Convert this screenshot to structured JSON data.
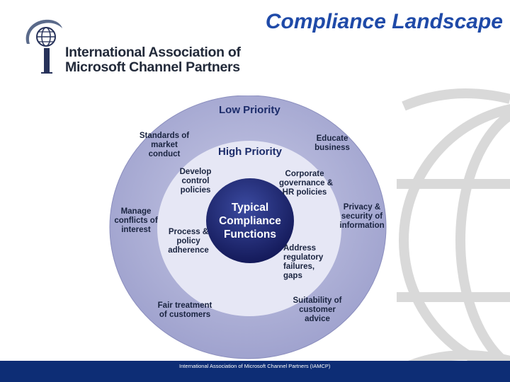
{
  "title": "Compliance Landscape",
  "logo": {
    "line1": "International Association of",
    "line2": "Microsoft Channel Partners"
  },
  "diagram": {
    "outer_ring_title": "Low Priority",
    "inner_ring_title": "High Priority",
    "center_lines": [
      "Typical",
      "Compliance",
      "Functions"
    ],
    "outer_items": [
      {
        "key": "standards",
        "lines": [
          "Standards of",
          "market",
          "conduct"
        ]
      },
      {
        "key": "educate",
        "lines": [
          "Educate",
          "business"
        ]
      },
      {
        "key": "manage-conflicts",
        "lines": [
          "Manage",
          "conflicts of",
          "interest"
        ]
      },
      {
        "key": "privacy",
        "lines": [
          "Privacy &",
          "security of",
          "information"
        ]
      },
      {
        "key": "fair-treatment",
        "lines": [
          "Fair treatment",
          "of customers"
        ]
      },
      {
        "key": "suitability",
        "lines": [
          "Suitability of",
          "customer",
          "advice"
        ]
      }
    ],
    "inner_items": [
      {
        "key": "develop-control",
        "lines": [
          "Develop",
          "control",
          "policies"
        ]
      },
      {
        "key": "corporate-governance",
        "lines": [
          "Corporate",
          "governance &",
          "HR policies"
        ]
      },
      {
        "key": "process-policy",
        "lines": [
          "Process &",
          "policy",
          "adherence"
        ]
      },
      {
        "key": "address-regulatory",
        "lines": [
          "Address",
          "regulatory",
          "failures,",
          "gaps"
        ]
      }
    ]
  },
  "footer": "International Association of Microsoft Channel Partners (IAMCP)",
  "colors": {
    "title": "#1f4aa8",
    "outer_ring": "#a9acd3",
    "inner_ring": "#e4e5f4",
    "center": "#1c2570",
    "footer": "#0d2d75"
  }
}
